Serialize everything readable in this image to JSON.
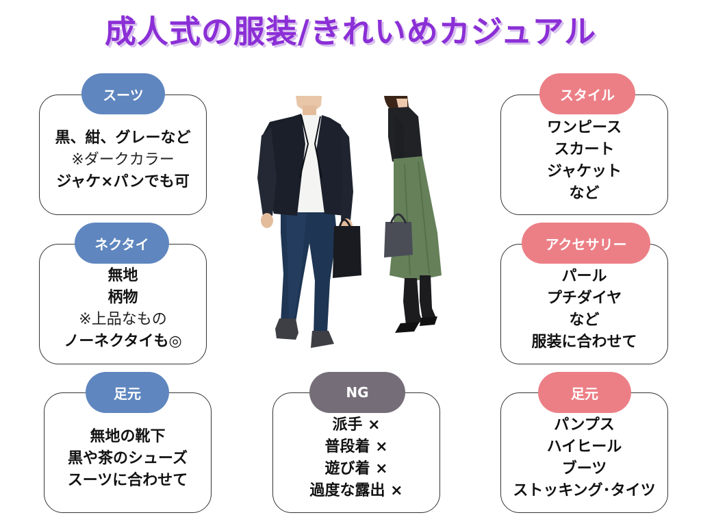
{
  "title": "成人式の服装/きれいめカジュアル",
  "colors": {
    "title": "#8b2fd6",
    "men_pill": "#5f86bf",
    "women_pill": "#ec7f86",
    "ng_pill": "#756e78"
  },
  "men": {
    "suit": {
      "label": "スーツ",
      "lines": [
        "黒、紺、グレーなど",
        "※ダークカラー",
        "ジャケ×パンでも可"
      ]
    },
    "tie": {
      "label": "ネクタイ",
      "lines": [
        "無地",
        "柄物",
        "※上品なもの",
        "ノーネクタイも◎"
      ]
    },
    "feet": {
      "label": "足元",
      "lines": [
        "無地の靴下",
        "黒や茶のシューズ",
        "スーツに合わせて"
      ]
    }
  },
  "ng": {
    "label": "NG",
    "lines": [
      "派手 ×",
      "普段着 ×",
      "遊び着 ×",
      "過度な露出 ×"
    ]
  },
  "women": {
    "style": {
      "label": "スタイル",
      "lines": [
        "ワンピース",
        "スカート",
        "ジャケット",
        "など"
      ]
    },
    "accessory": {
      "label": "アクセサリー",
      "lines": [
        "パール",
        "プチダイヤ",
        "など",
        "服装に合わせて"
      ]
    },
    "feet": {
      "label": "足元",
      "lines": [
        "パンプス",
        "ハイヒール",
        "ブーツ",
        "ストッキング･タイツ"
      ]
    }
  }
}
